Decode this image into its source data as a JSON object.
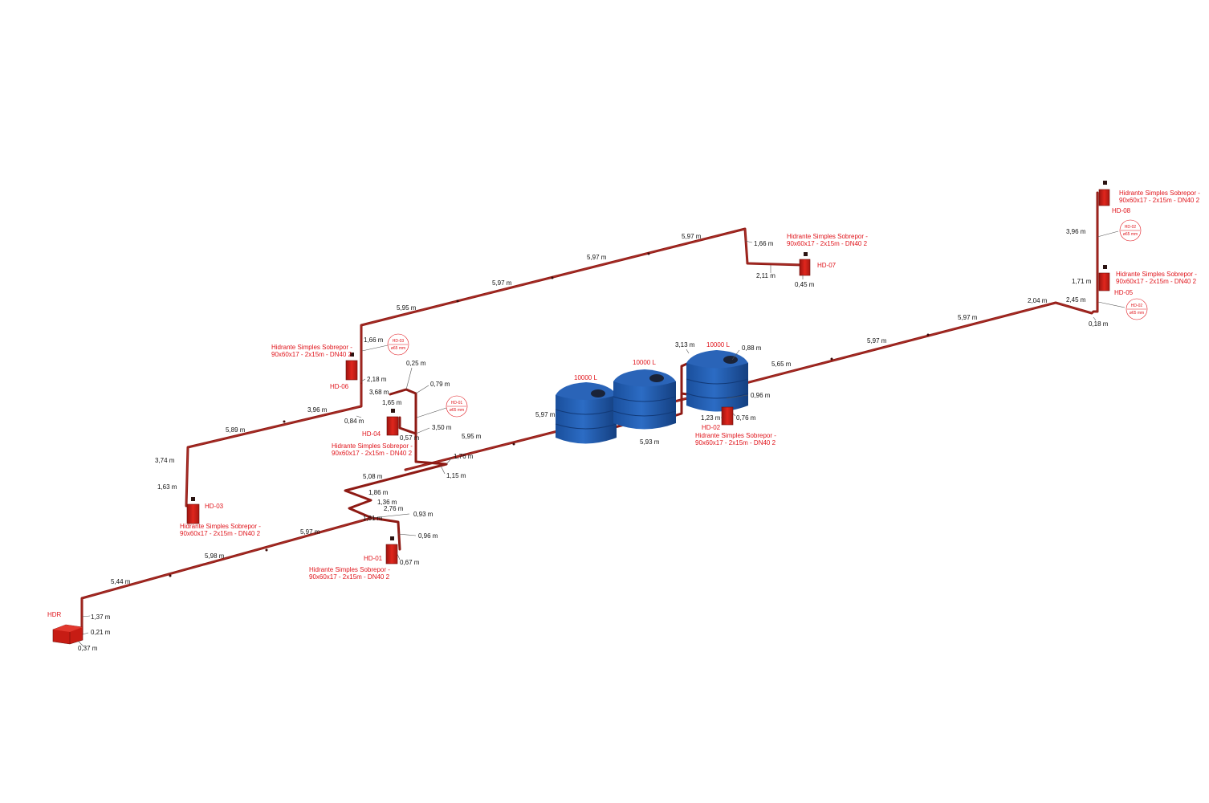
{
  "hydrants": [
    {
      "id": "HD-08",
      "desc1": "Hidrante Simples Sobrepor -",
      "desc2": "90x60x17 - 2x15m - DN40 2"
    },
    {
      "id": "HD-07",
      "desc1": "Hidrante Simples Sobrepor -",
      "desc2": "90x60x17 - 2x15m - DN40 2"
    },
    {
      "id": "HD-05",
      "desc1": "Hidrante Simples Sobrepor -",
      "desc2": "90x60x17 - 2x15m - DN40 2"
    },
    {
      "id": "HD-06",
      "desc1": "Hidrante Simples Sobrepor -",
      "desc2": "90x60x17 - 2x15m - DN40 2"
    },
    {
      "id": "HD-04",
      "desc1": "Hidrante Simples Sobrepor -",
      "desc2": "90x60x17 - 2x15m - DN40 2"
    },
    {
      "id": "HD-02",
      "desc1": "Hidrante Simples Sobrepor -",
      "desc2": "90x60x17 - 2x15m - DN40 2"
    },
    {
      "id": "HD-03",
      "desc1": "Hidrante Simples Sobrepor -",
      "desc2": "90x60x17 - 2x15m - DN40 2"
    },
    {
      "id": "HD-01",
      "desc1": "Hidrante Simples Sobrepor -",
      "desc2": "90x60x17 - 2x15m - DN40 2"
    }
  ],
  "hdr_label": "HDR",
  "tanks": [
    "10000 L",
    "10000 L",
    "10000 L"
  ],
  "bubbles": [
    {
      "tag": "HD-02",
      "size": "ø65 mm"
    },
    {
      "tag": "HD-02",
      "size": "ø65 mm"
    },
    {
      "tag": "HD-03",
      "size": "ø65 mm"
    },
    {
      "tag": "HD-01",
      "size": "ø65 mm"
    }
  ],
  "dimensions": [
    "5,97 m",
    "1,66 m",
    "2,11 m",
    "0,45 m",
    "5,97 m",
    "5,97 m",
    "5,95 m",
    "3,96 m",
    "1,71 m",
    "2,45 m",
    "0,18 m",
    "2,04 m",
    "5,97 m",
    "5,97 m",
    "5,65 m",
    "1,66 m",
    "2,18 m",
    "0,84 m",
    "0,25 m",
    "0,79 m",
    "3,68 m",
    "1,65 m",
    "0,57 m",
    "3,50 m",
    "3,96 m",
    "5,89 m",
    "3,74 m",
    "1,63 m",
    "5,95 m",
    "1,76 m",
    "1,15 m",
    "5,08 m",
    "1,86 m",
    "1,36 m",
    "2,76 m",
    "0,93 m",
    "1,81 m",
    "0,96 m",
    "0,67 m",
    "5,97 m",
    "5,98 m",
    "5,44 m",
    "1,37 m",
    "0,21 m",
    "0,37 m",
    "5,97 m",
    "5,93 m",
    "3,13 m",
    "0,88 m",
    "0,96 m",
    "1,23 m",
    "0,76 m"
  ]
}
